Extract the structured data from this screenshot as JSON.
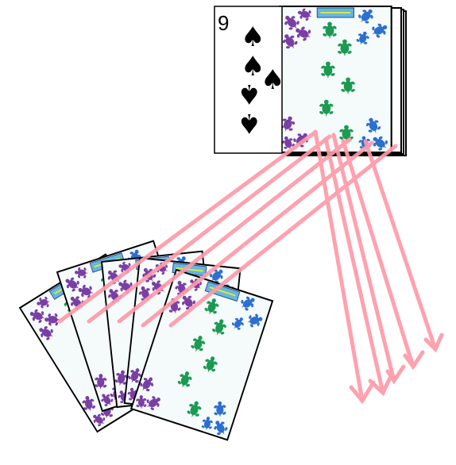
{
  "face_up_card": {
    "rank": "9",
    "suit": "spade",
    "suit_glyph": "♠"
  },
  "deck": {
    "back_design": "turtle-pattern-back"
  },
  "hand": {
    "cards": 5,
    "back_design": "turtle-pattern-back"
  },
  "colors": {
    "arrow": "#ff9aa8",
    "card_border": "#000000",
    "card_back": "#f5fafa",
    "turtle_green": "#1a9a52",
    "turtle_blue": "#2b6fd0",
    "turtle_purple": "#7a3fa4",
    "banner": "#66b6e0"
  }
}
